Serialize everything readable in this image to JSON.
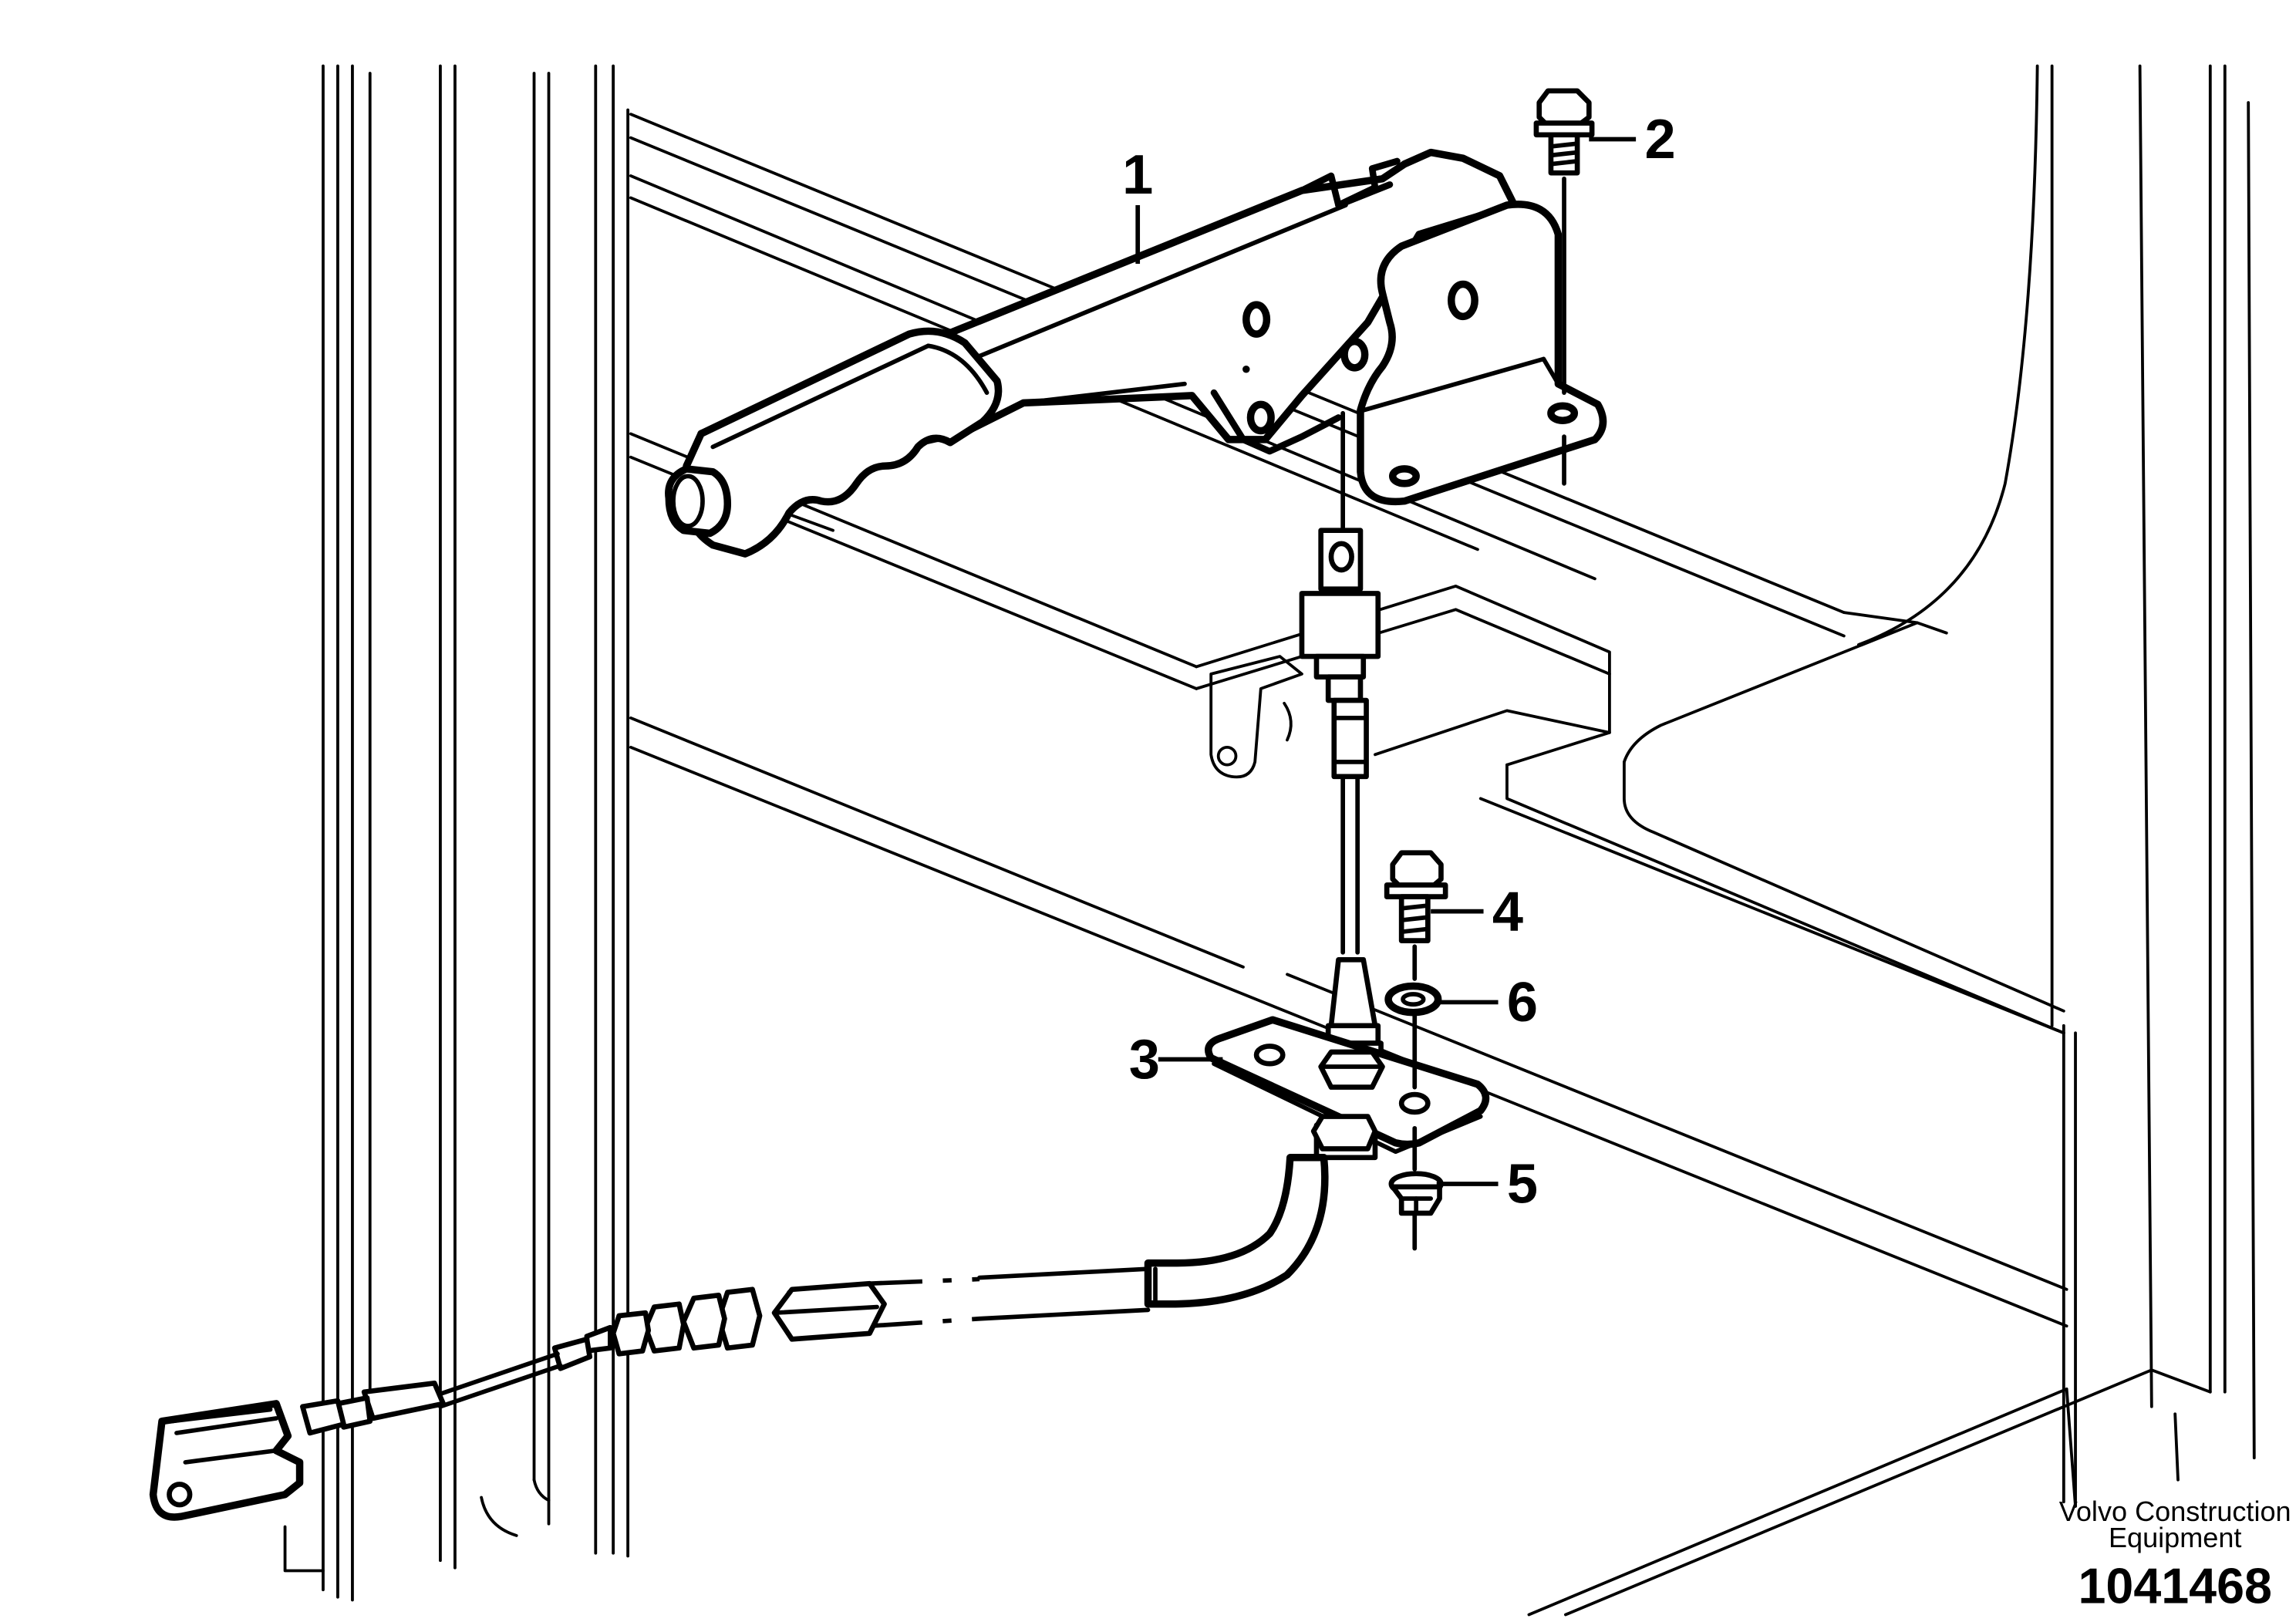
{
  "callouts": [
    {
      "label": "1",
      "part": "parking-brake-lever"
    },
    {
      "label": "2",
      "part": "flange-screw-upper"
    },
    {
      "label": "3",
      "part": "cable-bracket-plate"
    },
    {
      "label": "4",
      "part": "flange-screw-lower"
    },
    {
      "label": "5",
      "part": "flange-nut"
    },
    {
      "label": "6",
      "part": "washer"
    }
  ],
  "footer": {
    "brand_line1": "Volvo Construction",
    "brand_line2": "Equipment",
    "figure_number": "1041468"
  }
}
